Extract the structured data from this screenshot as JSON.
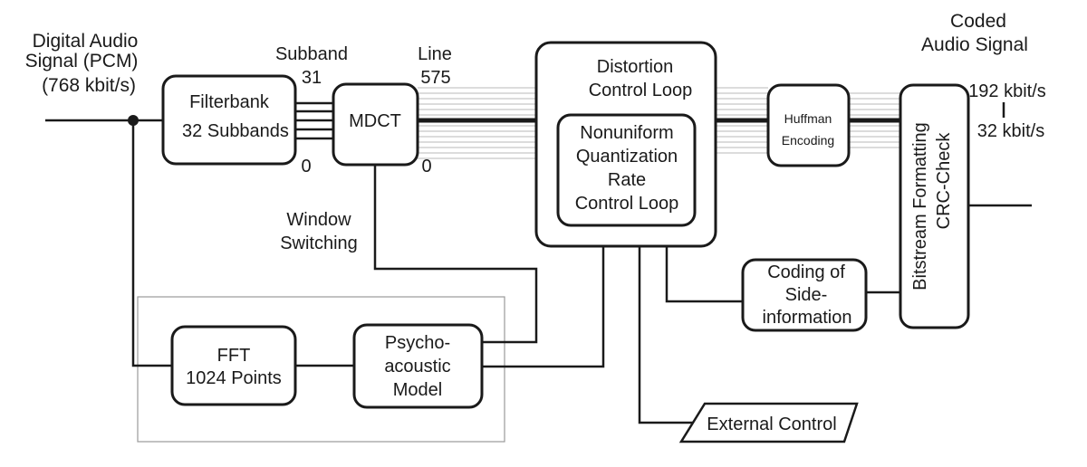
{
  "input": {
    "line1": "Digital Audio",
    "line2": "Signal (PCM)",
    "line3": "(768 kbit/s)"
  },
  "output": {
    "line1": "Coded",
    "line2": "Audio Signal",
    "rate_high": "192 kbit/s",
    "rate_low": "32 kbit/s"
  },
  "filterbank": {
    "line1": "Filterbank",
    "line2": "32 Subbands"
  },
  "subband": {
    "title": "Subband",
    "top": "31",
    "bottom": "0"
  },
  "mdct": {
    "label": "MDCT"
  },
  "line_label": {
    "title": "Line",
    "top": "575",
    "bottom": "0"
  },
  "window_switching": {
    "line1": "Window",
    "line2": "Switching"
  },
  "distortion_loop": {
    "line1": "Distortion",
    "line2": "Control Loop"
  },
  "quant_loop": {
    "line1": "Nonuniform",
    "line2": "Quantization",
    "line3": "Rate",
    "line4": "Control Loop"
  },
  "huffman": {
    "line1": "Huffman",
    "line2": "Encoding"
  },
  "bitstream": {
    "line1": "Bitstream Formatting",
    "line2": "CRC-Check"
  },
  "side_info": {
    "line1": "Coding of",
    "line2": "Side-",
    "line3": "information"
  },
  "fft": {
    "line1": "FFT",
    "line2": "1024 Points"
  },
  "psycho": {
    "line1": "Psycho-",
    "line2": "acoustic",
    "line3": "Model"
  },
  "external_control": {
    "label": "External Control"
  }
}
